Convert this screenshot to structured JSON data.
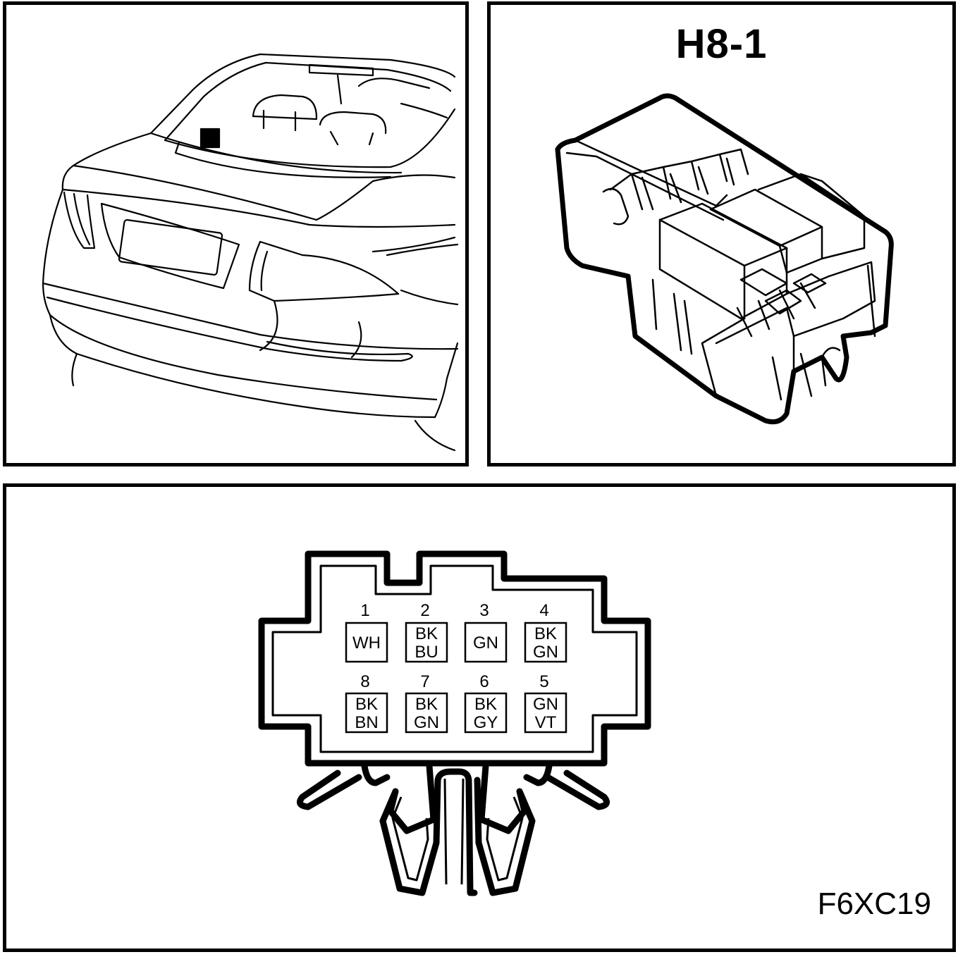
{
  "connector": {
    "title": "H8-1",
    "figure_code": "F6XC19"
  },
  "pins": [
    {
      "number": "1",
      "line1": "WH",
      "line2": ""
    },
    {
      "number": "2",
      "line1": "BK",
      "line2": "BU"
    },
    {
      "number": "3",
      "line1": "GN",
      "line2": ""
    },
    {
      "number": "4",
      "line1": "BK",
      "line2": "GN"
    },
    {
      "number": "8",
      "line1": "BK",
      "line2": "BN"
    },
    {
      "number": "7",
      "line1": "BK",
      "line2": "GN"
    },
    {
      "number": "6",
      "line1": "BK",
      "line2": "GY"
    },
    {
      "number": "5",
      "line1": "GN",
      "line2": "VT"
    }
  ]
}
